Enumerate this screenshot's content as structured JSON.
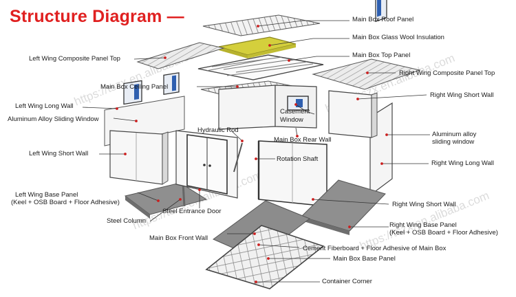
{
  "title": "Structure Diagram —",
  "watermark": "https://tszx.en.alibaba.com",
  "colors": {
    "title": "#e02020",
    "leader_dot": "#cc1e1e",
    "insulation": "#d4cf3c",
    "panel_fill": "#f4f4f4",
    "panel_edge": "#555555",
    "floor_fill": "#8f8f8f",
    "window_blue": "#2e5fb0"
  },
  "labels": {
    "roof_panel": "Main Box Roof Panel",
    "glass_wool": "Main Box Glass Wool Insulation",
    "left_wing_top": "Left Wing Composite Panel Top",
    "main_top_panel": "Main Box Top Panel",
    "right_wing_top": "Right Wing Composite Panel Top",
    "ceiling_panel": "Main Box Ceiling Panel",
    "right_wing_short_wall_top": "Right Wing Short Wall",
    "left_wing_long_wall": "Left Wing Long Wall",
    "casement_window_1": "Casement",
    "casement_window_2": "Window",
    "aluminum_sliding_window": "Aluminum Alloy Sliding Window",
    "aluminum_alloy_sliding_window_1": "Aluminum alloy",
    "aluminum_alloy_sliding_window_2": "sliding window",
    "hydraulic_rod": "Hydraulic Rod",
    "main_rear_wall": "Main Box Rear Wall",
    "left_wing_short_wall": "Left Wing Short Wall",
    "rotation_shaft": "Rotation Shaft",
    "right_wing_long_wall": "Right Wing Long Wall",
    "left_wing_base_1": "Left Wing Base Panel",
    "left_wing_base_2": "(Keel + OSB Board + Floor Adhesive)",
    "right_wing_short_wall_bottom": "Right Wing Short Wall",
    "steel_entrance_door": "Steel Entrance Door",
    "steel_column": "Steel Column",
    "right_wing_base_1": "Right Wing Base Panel",
    "right_wing_base_2": "(Keel + OSB Board + Floor Adhesive)",
    "main_front_wall": "Main Box Front Wall",
    "cement_fiberboard": "Cement Fiberboard + Floor Adhesive of Main Box",
    "main_base_panel": "Main Box Base Panel",
    "container_corner": "Container Corner"
  }
}
